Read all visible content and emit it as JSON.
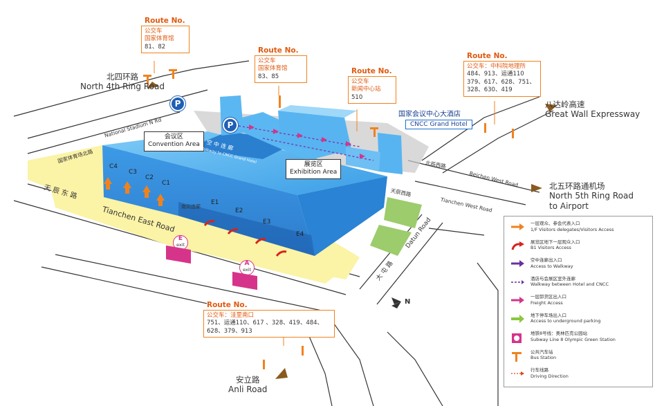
{
  "routes": {
    "r1": {
      "title": "Route No.",
      "line1": "公交车",
      "line2": "国家体育馆",
      "line3": "81、82"
    },
    "r2": {
      "title": "Route No.",
      "line1": "公交车",
      "line2": "国家体育馆",
      "line3": "83、85"
    },
    "r3": {
      "title": "Route No.",
      "line1": "公交车",
      "line2": "新闻中心站",
      "line3": "510"
    },
    "r4": {
      "title": "Route No.",
      "line1": "公交车：中科院地理所",
      "line2": "484、913、运通110",
      "line3": "379、617、628、751、",
      "line4": "328、630、419"
    },
    "r5": {
      "title": "Route No.",
      "line1": "公交车：洼里南口",
      "line2": "751、运通110、617 、328、419、484、",
      "line3": "628、379、913"
    }
  },
  "roads": {
    "north4": {
      "cn": "北四环路",
      "en": "North 4th Ring Road"
    },
    "great_wall": {
      "cn": "八达岭高速",
      "en": "Great Wall Expressway"
    },
    "north5": {
      "cn": "北五环路通机场",
      "en1": "North 5th Ring Road",
      "en2": "to Airport"
    },
    "anli": {
      "cn": "安立路",
      "en": "Anli Road"
    },
    "stadium_n": "National Stadium N Rd",
    "stadium_n_cn": "国家体育场北路",
    "tianchen_east": "Tianchen East Road",
    "tianchen_east_cn": "天 辰 东 路",
    "beichen_west_cn": "北辰西路",
    "beichen_west": "Beichen West Road",
    "tianchen_west_cn": "天辰西路",
    "tianchen_west": "Tianchen West Road",
    "datun": "Datun Road",
    "datun_cn": "大 屯 路"
  },
  "areas": {
    "convention": {
      "cn": "会议区",
      "en": "Convention Area"
    },
    "exhibition": {
      "cn": "展览区",
      "en": "Exhibition Area"
    },
    "hotel": {
      "cn": "国家会议中心大酒店",
      "en": "CNCC Grand Hotel"
    },
    "walkway_cn": "空 中 连 廊",
    "walkway_en": "Walkway to CNCC Grand Hotel",
    "south_hall": "南向连廊"
  },
  "halls": {
    "c": [
      "C4",
      "C3",
      "C2",
      "C1"
    ],
    "e": [
      "E1",
      "E2",
      "E3",
      "E4"
    ]
  },
  "exits": {
    "e": {
      "letter": "E",
      "word": "exit"
    },
    "a": {
      "letter": "A",
      "word": "exit"
    }
  },
  "parking": {
    "p1": "P",
    "p2": "P"
  },
  "compass": "N",
  "legend": [
    {
      "cn": "一层观众、参会代表入口",
      "en": "1/F Visitors delegates/Visitors Access",
      "icon": "arrow-orange"
    },
    {
      "cn": "展览区地下一层观众入口",
      "en": "B1 Visitors Access",
      "icon": "curved-red"
    },
    {
      "cn": "空中连廊出入口",
      "en": "Access to Walkway",
      "icon": "arrow-purple"
    },
    {
      "cn": "酒店与会展区室外连廊",
      "en": "Walkway between Hotel and CNCC",
      "icon": "dashed-purple"
    },
    {
      "cn": "一层卸货区出入口",
      "en": "Freight Access",
      "icon": "arrow-magenta"
    },
    {
      "cn": "地下停车场出入口",
      "en": "Access to underground parking",
      "icon": "arrow-green"
    },
    {
      "cn": "地铁8号线：奥林匹克公园站",
      "en": "Subway Line 8  Olympic Green Station",
      "icon": "subway"
    },
    {
      "cn": "公共汽车站",
      "en": "Bus Station",
      "icon": "bus"
    },
    {
      "cn": "行车线路",
      "en": "Driving Direction",
      "icon": "driving"
    }
  ],
  "colors": {
    "building": "#4aaef0",
    "building_dark": "#2a7fcf",
    "yellow": "#fbf3a6",
    "green": "#9ccc6c",
    "road": "#3a3a3a",
    "orange": "#f0821e",
    "magenta": "#d6348a"
  }
}
